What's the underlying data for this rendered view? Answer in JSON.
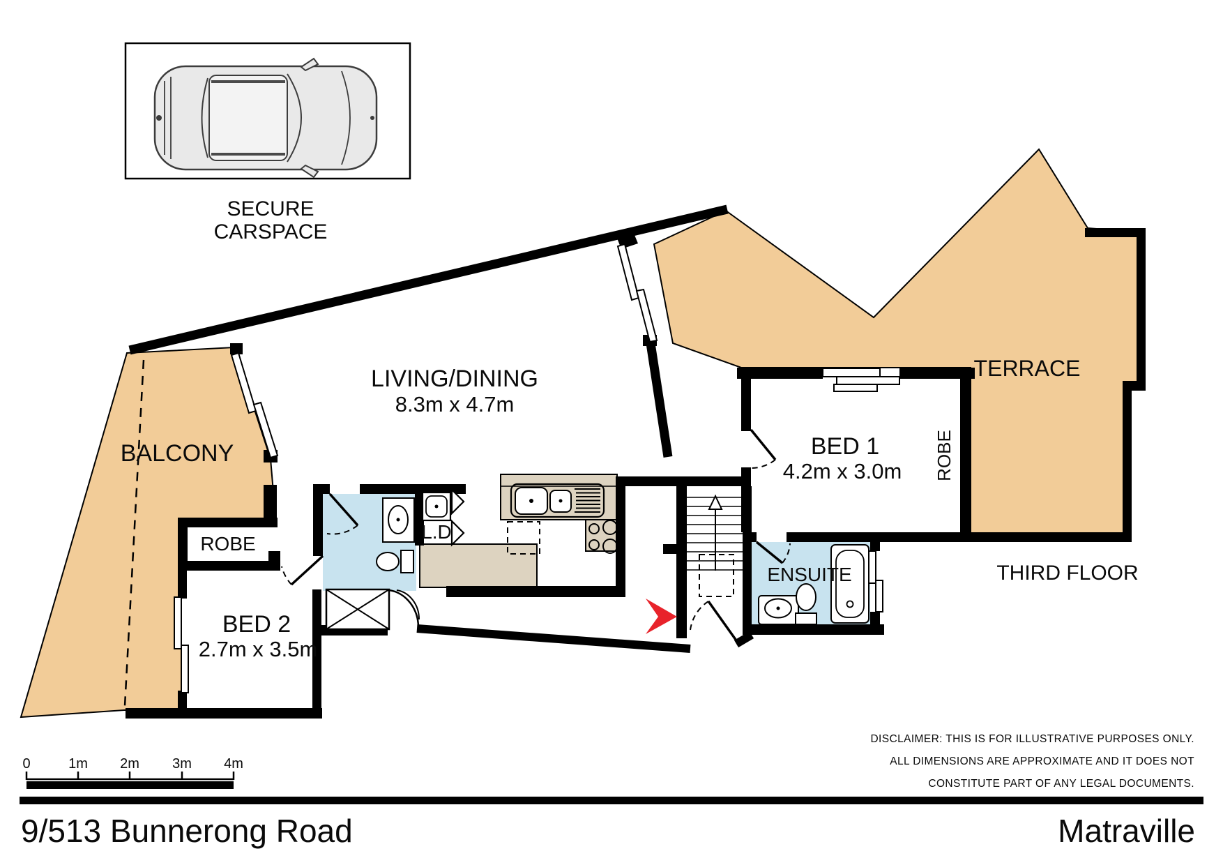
{
  "title_block": {
    "address": "9/513 Bunnerong Road",
    "suburb": "Matraville"
  },
  "floor_label": "THIRD FLOOR",
  "carspace": {
    "line1": "SECURE",
    "line2": "CARSPACE"
  },
  "rooms": {
    "living": {
      "name": "LIVING/DINING",
      "dims": "8.3m x 4.7m"
    },
    "balcony": {
      "name": "BALCONY"
    },
    "terrace": {
      "name": "TERRACE"
    },
    "bed1": {
      "name": "BED 1",
      "dims": "4.2m x 3.0m"
    },
    "bed2": {
      "name": "BED 2",
      "dims": "2.7m x 3.5m"
    },
    "ensuite": {
      "name": "ENSUITE"
    },
    "robe_bed1": {
      "name": "ROBE"
    },
    "robe_bed2": {
      "name": "ROBE"
    },
    "laundry": {
      "name": "L.D"
    }
  },
  "scale_bar": {
    "ticks": [
      "0",
      "1m",
      "2m",
      "3m",
      "4m"
    ]
  },
  "dis": {
    "line1": "DISCLAIMER: THIS IS FOR ILLUSTRATIVE PURPOSES ONLY.",
    "line2": "ALL DIMENSIONS ARE APPROXIMATE AND IT DOES NOT",
    "line3": "CONSTITUTE PART OF ANY LEGAL DOCUMENTS.",
    "line4": ""
  },
  "colors": {
    "outdoor": "#f2cc98",
    "wet_area": "#c8e3ef",
    "counter": "#ddd3c0",
    "wall": "#000000",
    "entry_arrow": "#e8232b",
    "car_body": "#e9e9e9"
  }
}
